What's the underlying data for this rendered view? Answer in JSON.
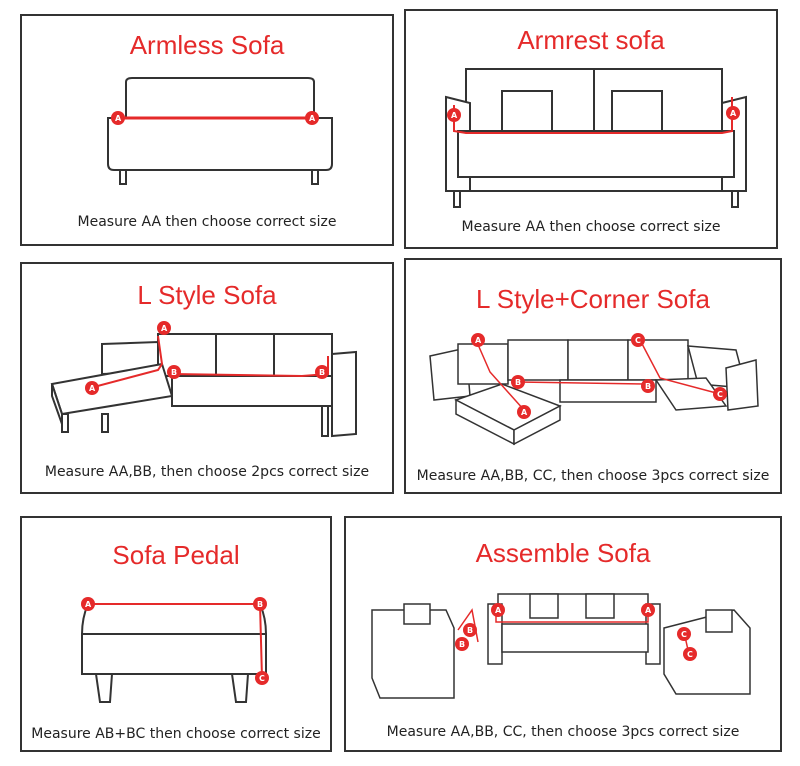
{
  "panels": [
    {
      "title": "Armless Sofa",
      "caption": "Measure AA then choose correct size"
    },
    {
      "title": "Armrest sofa",
      "caption": "Measure AA then choose correct size"
    },
    {
      "title": "L Style Sofa",
      "caption": "Measure AA,BB, then choose 2pcs correct size"
    },
    {
      "title": "L Style+Corner Sofa",
      "caption": "Measure AA,BB, CC, then choose 3pcs correct size"
    },
    {
      "title": "Sofa Pedal",
      "caption": "Measure AB+BC then choose correct size"
    },
    {
      "title": "Assemble Sofa",
      "caption": "Measure AA,BB, CC, then choose 3pcs correct size"
    }
  ],
  "markers": {
    "a": "A",
    "b": "B",
    "c": "C"
  },
  "colors": {
    "accent": "#e52a2a",
    "line": "#333333"
  }
}
